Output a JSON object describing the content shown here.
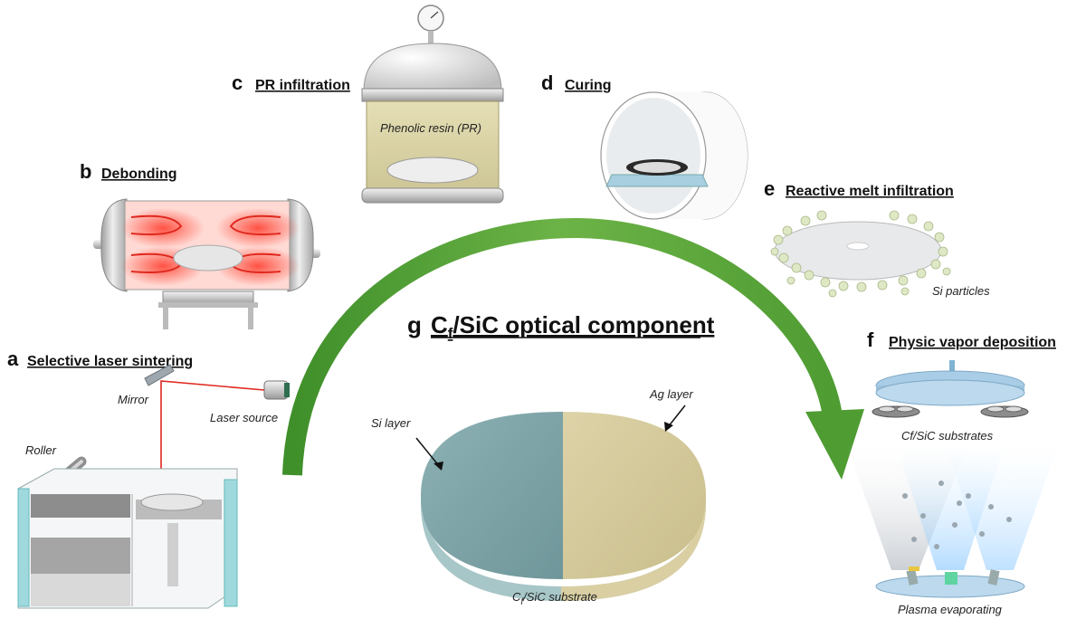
{
  "colors": {
    "arrow_green": "#5aa33a",
    "laser_red": "#e0281e",
    "glow_red": "#ff3a2a",
    "resin_yellow": "#d9d3a2",
    "si_layer": "#7fa4a8",
    "ag_layer": "#d8cda0",
    "chamber_blue": "#a9cde6"
  },
  "panels": {
    "a": {
      "letter": "a",
      "title": "Selective laser sintering",
      "labels": {
        "mirror": "Mirror",
        "laser": "Laser source",
        "roller": "Roller"
      }
    },
    "b": {
      "letter": "b",
      "title": "Debonding"
    },
    "c": {
      "letter": "c",
      "title": "PR infiltration",
      "labels": {
        "resin": "Phenolic resin (PR)"
      }
    },
    "d": {
      "letter": "d",
      "title": "Curing"
    },
    "e": {
      "letter": "e",
      "title": "Reactive melt infiltration",
      "labels": {
        "particles": "Si particles"
      }
    },
    "f": {
      "letter": "f",
      "title": "Physic vapor deposition",
      "labels": {
        "substrates": "Cf/SiC substrates",
        "plasma": "Plasma evaporating"
      }
    },
    "g": {
      "letter": "g",
      "title_main": "C",
      "title_sub": "f",
      "title_rest": "/SiC optical component",
      "labels": {
        "si_layer": "Si layer",
        "ag_layer": "Ag layer",
        "substrate_main": "C",
        "substrate_sub": "f",
        "substrate_rest": "/SiC substrate"
      }
    }
  }
}
